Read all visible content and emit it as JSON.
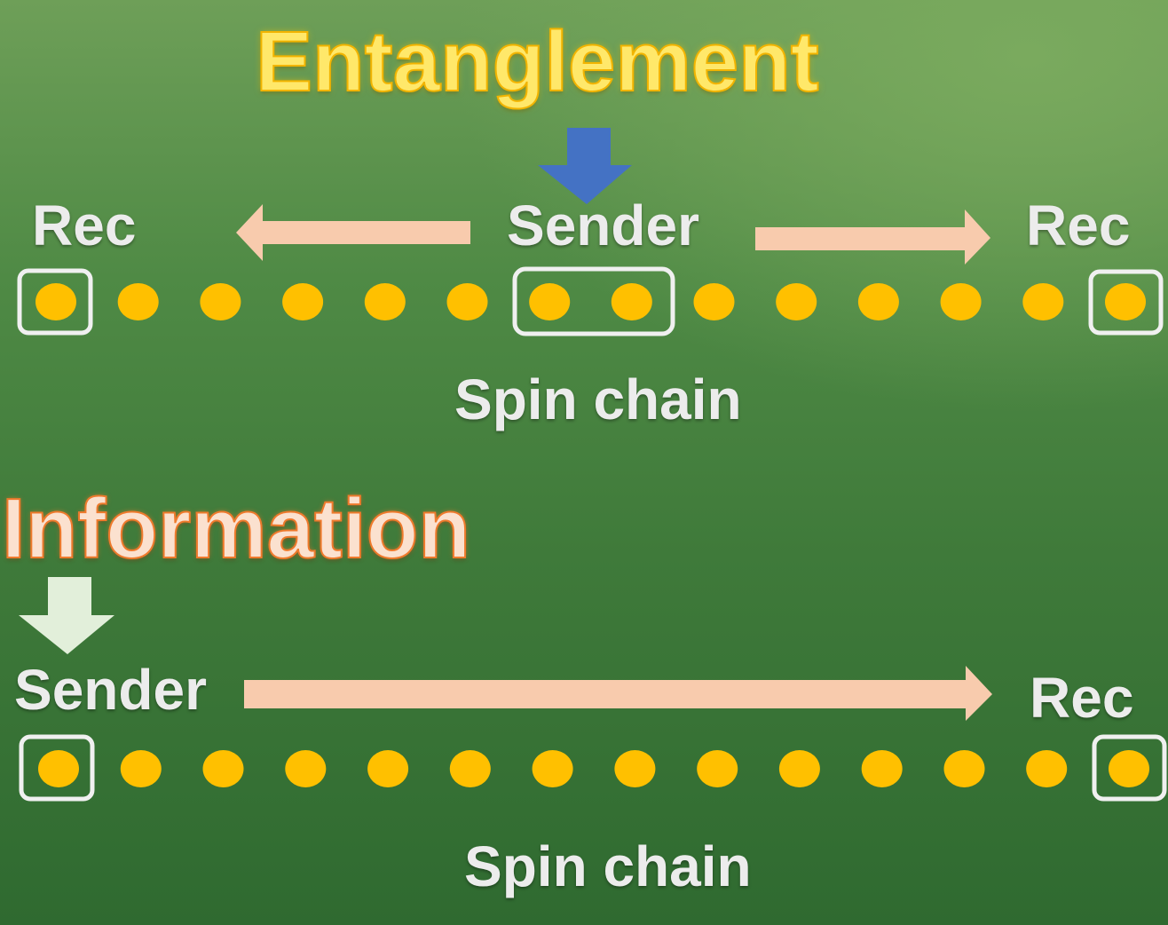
{
  "top": {
    "title": "Entanglement",
    "sender_label": "Sender",
    "rec_left_label": "Rec",
    "rec_right_label": "Rec",
    "chain_label": "Spin chain",
    "spin_count": 14
  },
  "bottom": {
    "title": "Information",
    "sender_label": "Sender",
    "rec_label": "Rec",
    "chain_label": "Spin chain",
    "spin_count": 14
  },
  "colors": {
    "spin": "#ffc000",
    "box": "#f0f0f0",
    "transfer_arrow": "#f8cbad",
    "entanglement_arrow": "#4472c4",
    "information_arrow": "#e2efda",
    "entanglement_title": "#ffe86a",
    "information_title": "#fbe1cf"
  }
}
